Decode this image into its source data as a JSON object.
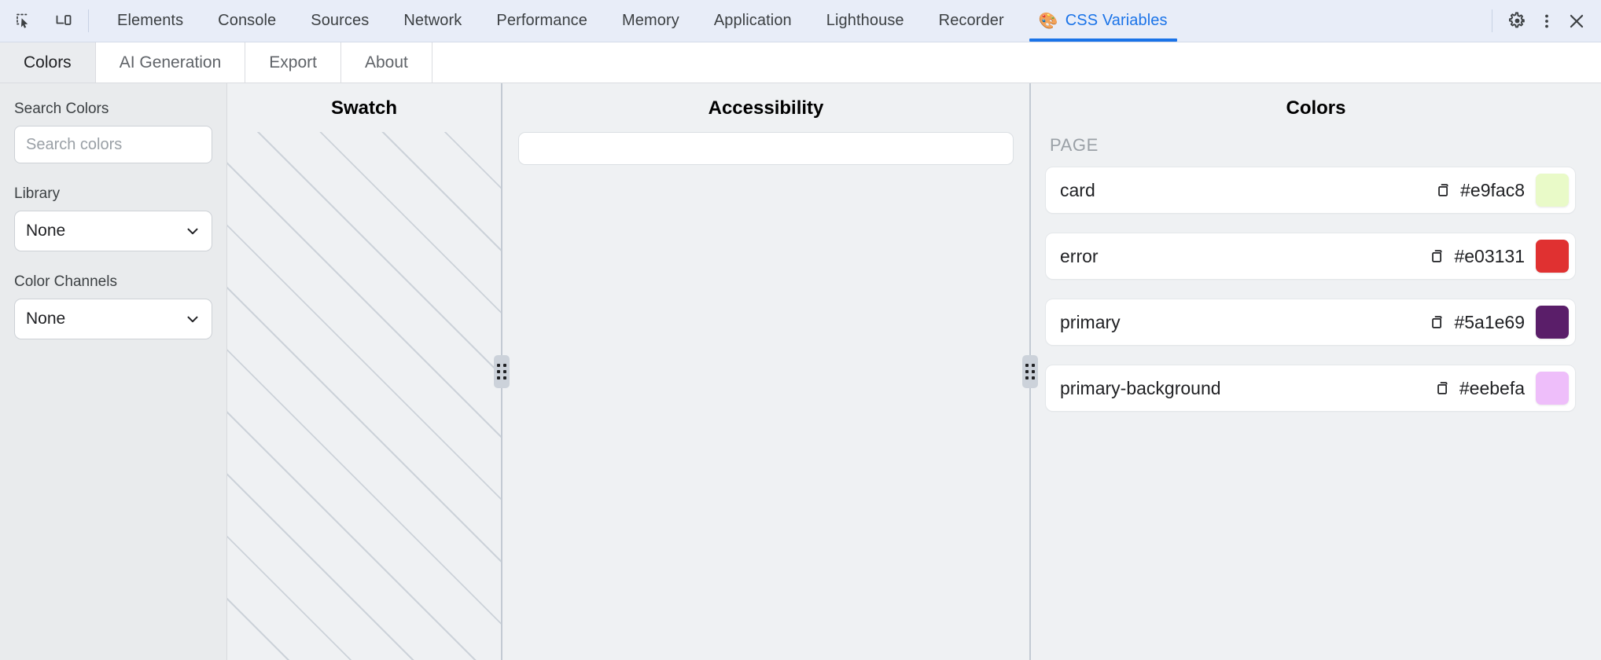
{
  "devtools_toolbar": {
    "inspect_icon": "inspect-element-icon",
    "device_icon": "device-toolbar-icon",
    "tabs": [
      {
        "label": "Elements",
        "active": false,
        "emoji": ""
      },
      {
        "label": "Console",
        "active": false,
        "emoji": ""
      },
      {
        "label": "Sources",
        "active": false,
        "emoji": ""
      },
      {
        "label": "Network",
        "active": false,
        "emoji": ""
      },
      {
        "label": "Performance",
        "active": false,
        "emoji": ""
      },
      {
        "label": "Memory",
        "active": false,
        "emoji": ""
      },
      {
        "label": "Application",
        "active": false,
        "emoji": ""
      },
      {
        "label": "Lighthouse",
        "active": false,
        "emoji": ""
      },
      {
        "label": "Recorder",
        "active": false,
        "emoji": ""
      },
      {
        "label": "CSS Variables",
        "active": true,
        "emoji": "🎨"
      }
    ],
    "settings_icon": "gear-icon",
    "more_icon": "kebab-menu-icon",
    "close_icon": "close-icon",
    "active_tab_color": "#1a73e8",
    "background": "#e8edf8"
  },
  "subtabs": [
    {
      "label": "Colors",
      "active": true
    },
    {
      "label": "AI Generation",
      "active": false
    },
    {
      "label": "Export",
      "active": false
    },
    {
      "label": "About",
      "active": false
    }
  ],
  "sidebar": {
    "search": {
      "label": "Search Colors",
      "value": "",
      "placeholder": "Search colors"
    },
    "library": {
      "label": "Library",
      "value": "None"
    },
    "color_channels": {
      "label": "Color Channels",
      "value": "None"
    }
  },
  "swatch_panel": {
    "title": "Swatch",
    "empty": true,
    "stripe_color": "#ccd2d9",
    "background": "#eff1f3"
  },
  "accessibility_panel": {
    "title": "Accessibility",
    "input_value": "",
    "input_placeholder": ""
  },
  "colors_panel": {
    "title": "Colors",
    "group_label": "PAGE",
    "copy_icon": "copy-icon",
    "items": [
      {
        "name": "card",
        "hex": "#e9fac8"
      },
      {
        "name": "error",
        "hex": "#e03131"
      },
      {
        "name": "primary",
        "hex": "#5a1e69"
      },
      {
        "name": "primary-background",
        "hex": "#eebefa"
      }
    ]
  }
}
